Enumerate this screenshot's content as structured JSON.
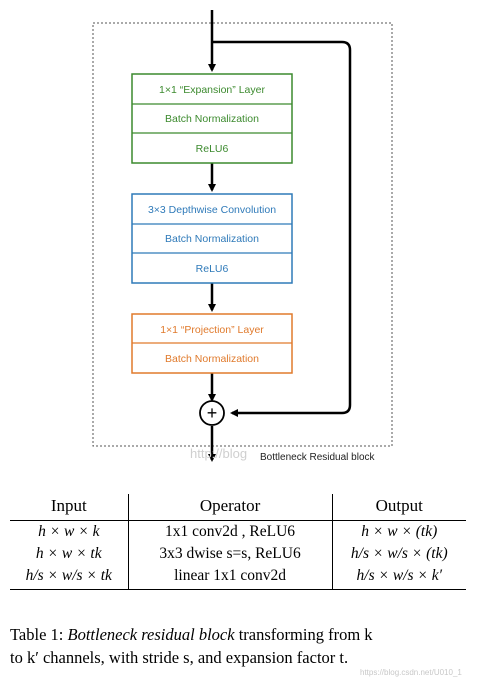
{
  "diagram": {
    "expansion_block": {
      "layers": [
        "1×1 “Expansion” Layer",
        "Batch Normalization",
        "ReLU6"
      ],
      "color": "#3c8a2e"
    },
    "depthwise_block": {
      "layers": [
        "3×3 Depthwise Convolution",
        "Batch Normalization",
        "ReLU6"
      ],
      "color": "#2f7ab9"
    },
    "projection_block": {
      "layers": [
        "1×1 “Projection” Layer",
        "Batch Normalization"
      ],
      "color": "#e07a2c"
    },
    "add_symbol": "+",
    "block_label": "Bottleneck Residual block",
    "watermark": "http://blog"
  },
  "table": {
    "headers": [
      "Input",
      "Operator",
      "Output"
    ],
    "rows": [
      [
        "h × w × k",
        "1x1 conv2d , ReLU6",
        "h × w × (tk)"
      ],
      [
        "h × w × tk",
        "3x3 dwise s=s, ReLU6",
        "h/s × w/s × (tk)"
      ],
      [
        "h/s × w/s × tk",
        "linear 1x1 conv2d",
        "h/s × w/s × k′"
      ]
    ]
  },
  "caption": {
    "prefix": "Table 1: ",
    "emphasis": "Bottleneck residual block",
    "line1_rest": " transforming from k",
    "line2": "to k′ channels, with stride s, and expansion factor t."
  },
  "watermark_bottom": "https://blog.csdn.net/U010_1"
}
